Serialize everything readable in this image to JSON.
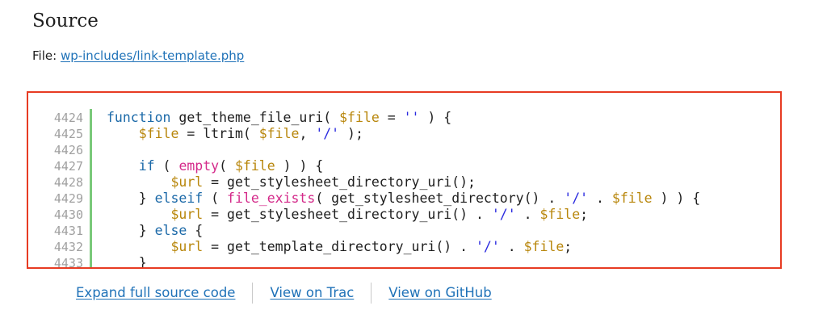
{
  "section": {
    "heading": "Source",
    "file_label": "File:",
    "file_link": "wp-includes/link-template.php"
  },
  "code": {
    "lines": [
      {
        "num": "4424",
        "tokens": [
          {
            "t": "function",
            "c": "kw"
          },
          {
            "t": " get_theme_file_uri( "
          },
          {
            "t": "$file",
            "c": "var"
          },
          {
            "t": " = "
          },
          {
            "t": "''",
            "c": "str"
          },
          {
            "t": " ) {"
          }
        ]
      },
      {
        "num": "4425",
        "tokens": [
          {
            "t": "    "
          },
          {
            "t": "$file",
            "c": "var"
          },
          {
            "t": " = ltrim( "
          },
          {
            "t": "$file",
            "c": "var"
          },
          {
            "t": ", "
          },
          {
            "t": "'/'",
            "c": "str"
          },
          {
            "t": " );"
          }
        ]
      },
      {
        "num": "4426",
        "tokens": []
      },
      {
        "num": "4427",
        "tokens": [
          {
            "t": "    "
          },
          {
            "t": "if",
            "c": "kw"
          },
          {
            "t": " ( "
          },
          {
            "t": "empty",
            "c": "builtin"
          },
          {
            "t": "( "
          },
          {
            "t": "$file",
            "c": "var"
          },
          {
            "t": " ) ) {"
          }
        ]
      },
      {
        "num": "4428",
        "tokens": [
          {
            "t": "        "
          },
          {
            "t": "$url",
            "c": "var"
          },
          {
            "t": " = get_stylesheet_directory_uri();"
          }
        ]
      },
      {
        "num": "4429",
        "tokens": [
          {
            "t": "    } "
          },
          {
            "t": "elseif",
            "c": "kw"
          },
          {
            "t": " ( "
          },
          {
            "t": "file_exists",
            "c": "builtin"
          },
          {
            "t": "( get_stylesheet_directory() . "
          },
          {
            "t": "'/'",
            "c": "str"
          },
          {
            "t": " . "
          },
          {
            "t": "$file",
            "c": "var"
          },
          {
            "t": " ) ) {"
          }
        ]
      },
      {
        "num": "4430",
        "tokens": [
          {
            "t": "        "
          },
          {
            "t": "$url",
            "c": "var"
          },
          {
            "t": " = get_stylesheet_directory_uri() . "
          },
          {
            "t": "'/'",
            "c": "str"
          },
          {
            "t": " . "
          },
          {
            "t": "$file",
            "c": "var"
          },
          {
            "t": ";"
          }
        ]
      },
      {
        "num": "4431",
        "tokens": [
          {
            "t": "    } "
          },
          {
            "t": "else",
            "c": "kw"
          },
          {
            "t": " {"
          }
        ]
      },
      {
        "num": "4432",
        "tokens": [
          {
            "t": "        "
          },
          {
            "t": "$url",
            "c": "var"
          },
          {
            "t": " = get_template_directory_uri() . "
          },
          {
            "t": "'/'",
            "c": "str"
          },
          {
            "t": " . "
          },
          {
            "t": "$file",
            "c": "var"
          },
          {
            "t": ";"
          }
        ]
      },
      {
        "num": "4433",
        "tokens": [
          {
            "t": "    }"
          }
        ]
      }
    ]
  },
  "links": {
    "expand": "Expand full source code",
    "trac": "View on Trac",
    "github": "View on GitHub"
  },
  "colors": {
    "highlight_border": "#e73b23",
    "gutter_rule": "#7ac97a",
    "link": "#1f72b8",
    "keyword": "#1b69a8",
    "variable": "#b8860b",
    "string": "#2a2adf",
    "builtin": "#d42a8a"
  }
}
